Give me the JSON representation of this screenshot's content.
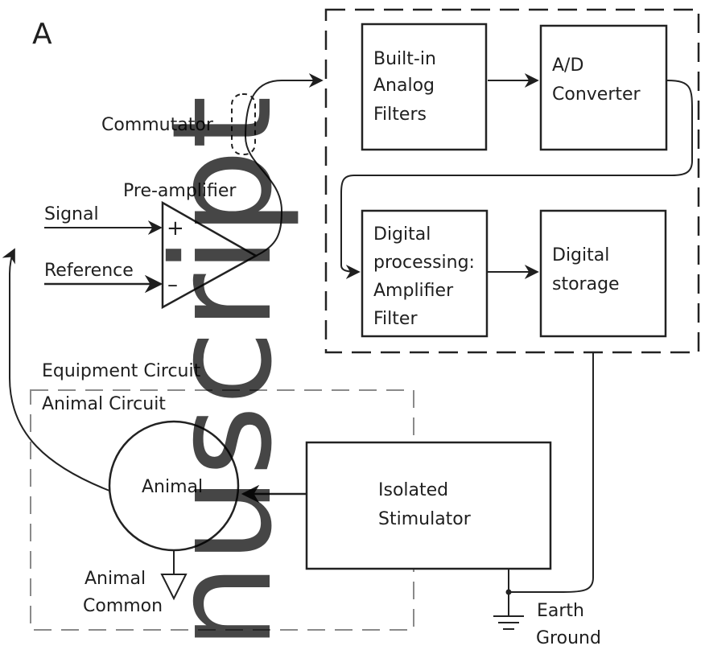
{
  "panel_label": "A",
  "blocks": {
    "analog_filters": [
      "Built-in",
      "Analog",
      "Filters"
    ],
    "adc": [
      "A/D",
      "Converter"
    ],
    "digital_processing": [
      "Digital",
      "processing:",
      "Amplifier",
      "Filter"
    ],
    "digital_storage": [
      "Digital",
      "storage"
    ],
    "stimulator": [
      "Isolated",
      "Stimulator"
    ]
  },
  "labels": {
    "commutator": "Commutator",
    "preamplifier": "Pre-amplifier",
    "signal": "Signal",
    "reference": "Reference",
    "plus": "+",
    "minus": "–",
    "equipment_circuit": "Equipment Circuit",
    "animal_circuit": "Animal Circuit",
    "animal": "Animal",
    "animal_common": [
      "Animal",
      "Common"
    ],
    "earth_ground": [
      "Earth",
      "Ground"
    ]
  },
  "watermark": "nuscript"
}
